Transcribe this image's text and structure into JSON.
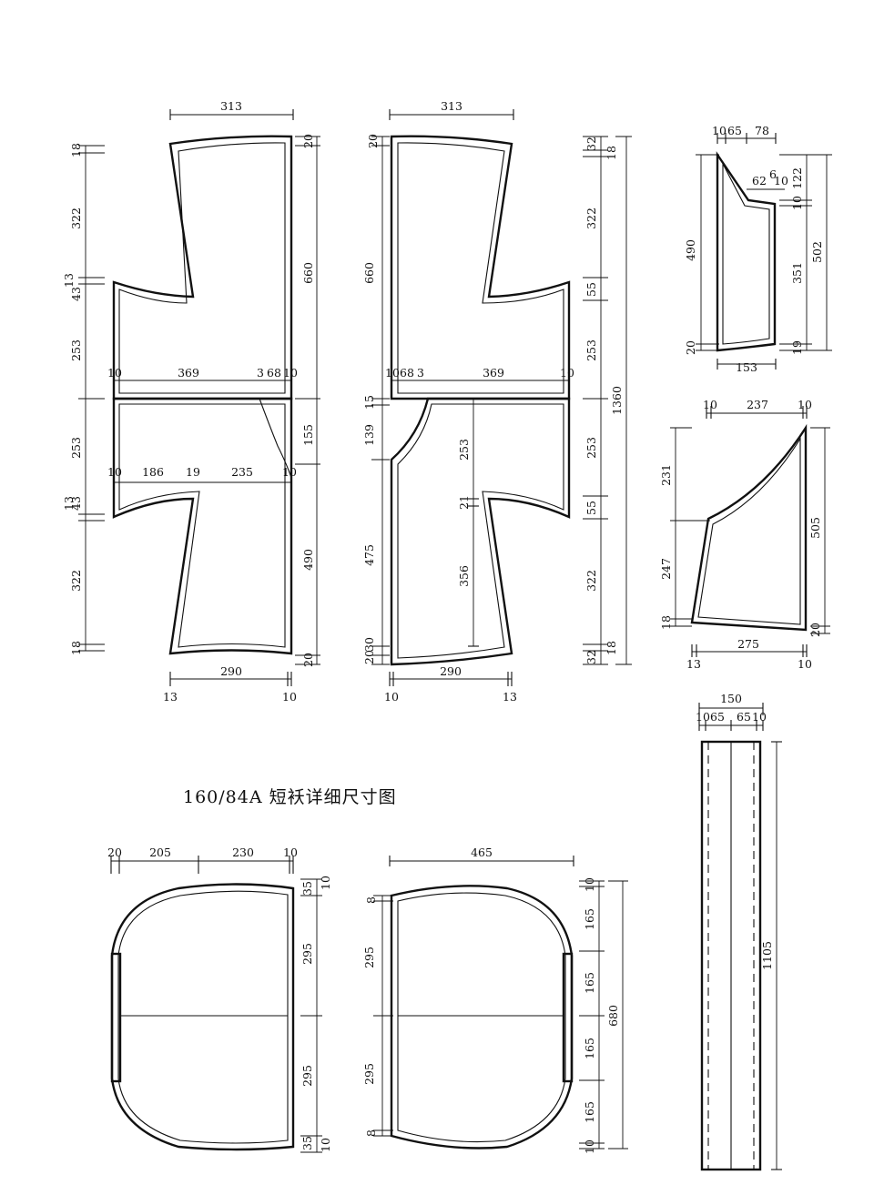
{
  "title": "160/84A 短袄详细尺寸图",
  "pieces": {
    "back_body": {
      "top_width": "313",
      "hem_width": "290",
      "hem_left": "13",
      "hem_right": "10",
      "top_edge": "18",
      "upper_sleeve": "322",
      "cuff_upper": "13",
      "cuff_upper_b": "43",
      "upper_side": "253",
      "lower_side": "253",
      "cuff_lower_a": "13",
      "cuff_lower_b": "43",
      "lower_sleeve": "322",
      "bottom_edge": "18",
      "right_top_seam": "20",
      "right_upper": "660",
      "right_mid": "155",
      "right_lower": "490",
      "right_bottom_seam": "20",
      "shoulder_left": "10",
      "shoulder_width": "369",
      "shoulder_a": "3",
      "shoulder_b": "68",
      "shoulder_right": "10",
      "underarm_left": "10",
      "underarm_a": "186",
      "underarm_b": "19",
      "underarm_c": "235",
      "underarm_right": "10"
    },
    "front_body": {
      "top_width": "313",
      "hem_width": "290",
      "hem_left": "10",
      "hem_right": "13",
      "left_top_seam": "20",
      "left_upper": "660",
      "left_neck_a": "15",
      "left_neck_b": "139",
      "left_lower": "475",
      "left_bottom_a": "20",
      "left_bottom_b": "30",
      "shoulder_left": "10",
      "shoulder_a": "68",
      "shoulder_b": "3",
      "shoulder_width": "369",
      "shoulder_right": "10",
      "inner_upper": "253",
      "inner_cuff": "21",
      "inner_lower": "356",
      "right_top_a": "32",
      "right_top_b": "18",
      "right_upper": "322",
      "right_cuff_a": "55",
      "right_side_a": "253",
      "right_side_b": "253",
      "right_cuff_b": "55",
      "right_lower": "322",
      "right_bottom_a": "32",
      "right_bottom_b": "18",
      "total_length": "1360"
    },
    "facing": {
      "top_a": "10",
      "top_b": "65",
      "top_c": "78",
      "notch_a": "62",
      "notch_b": "6",
      "notch_c": "10",
      "left_length": "490",
      "left_bottom": "20",
      "bottom_width": "153",
      "right_a": "122",
      "right_b": "10",
      "right_c": "351",
      "right_d": "19",
      "right_total": "502"
    },
    "lapel": {
      "top_left": "10",
      "top_width": "237",
      "top_right": "10",
      "left_upper": "231",
      "left_lower": "247",
      "left_bottom": "18",
      "bottom_width": "275",
      "bottom_left": "13",
      "bottom_right": "10",
      "right_total": "505",
      "right_bottom": "20"
    },
    "collar": {
      "total_width": "150",
      "seg_a": "10",
      "seg_b": "65",
      "seg_c": "65",
      "seg_d": "10",
      "length": "1105"
    },
    "sleeve_left": {
      "top_a": "20",
      "top_b": "205",
      "top_c": "230",
      "top_d": "10",
      "right_top_a": "35",
      "right_top_b": "10",
      "right_upper": "295",
      "right_lower": "295",
      "right_bottom_a": "35",
      "right_bottom_b": "10"
    },
    "sleeve_right": {
      "top_width": "465",
      "left_top": "8",
      "left_upper": "295",
      "left_lower": "295",
      "left_bottom": "8",
      "right_top": "10",
      "seg_1": "165",
      "seg_2": "165",
      "seg_3": "165",
      "seg_4": "165",
      "right_bottom": "10",
      "total": "680"
    }
  }
}
